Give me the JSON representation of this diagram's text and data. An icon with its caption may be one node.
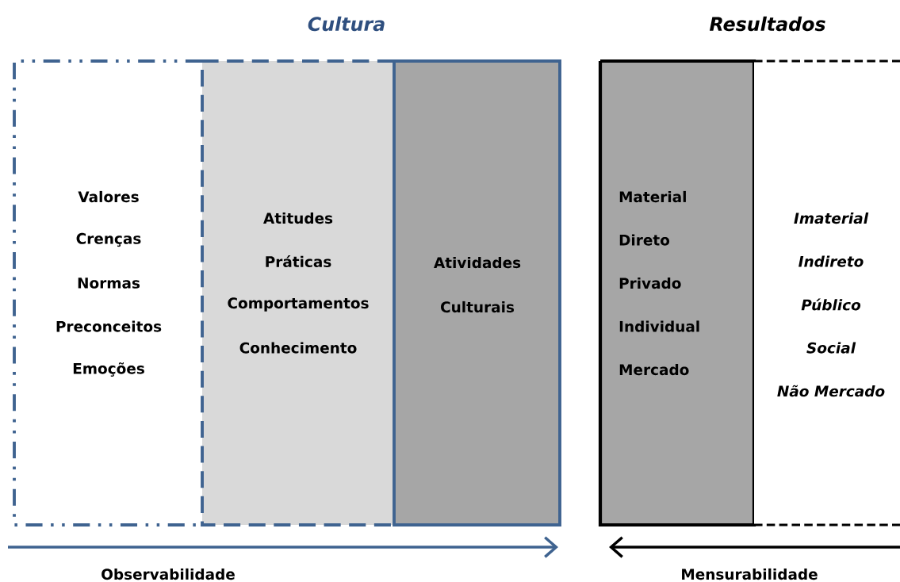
{
  "diagram": {
    "nodes": [
      {
        "text": [
          "Valores",
          "Crenças",
          "Normas",
          "Preconceitos",
          "Emoções"
        ]
      },
      {
        "text": [
          "Atitudes",
          "Práticas",
          "Comportamentos",
          "Conhecimento"
        ]
      },
      {
        "text": [
          "Atividades",
          "Culturais"
        ]
      },
      {
        "text": [
          "Material",
          "Direto",
          "Privado",
          "Individual",
          "Mercado"
        ]
      },
      {
        "text": [
          "Imaterial",
          "Indireto",
          "Público",
          "Social",
          "Não Mercado"
        ]
      }
    ],
    "labels": [
      "Cultura",
      "Resultados",
      "Observabilidade",
      "Mensurabilidade"
    ]
  }
}
